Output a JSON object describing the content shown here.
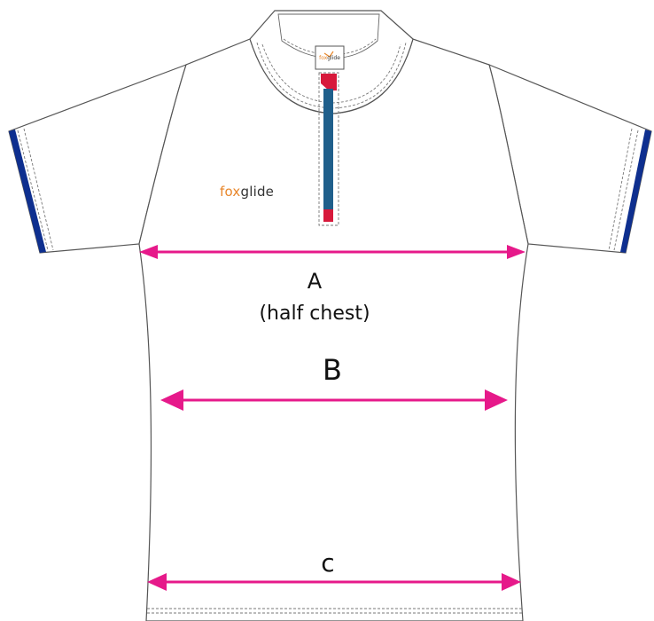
{
  "brand": {
    "part1": "fox",
    "part2": "glide"
  },
  "labels": {
    "a": "A",
    "a_sub": "(half chest)",
    "b": "B",
    "c": "c"
  },
  "colors": {
    "measure": "#e6198a",
    "zip": "#1f5f8b",
    "zip_pull": "#d7193b",
    "cuff": "#0e2f8f",
    "brand_orange": "#e8862a"
  },
  "measurements": [
    {
      "key": "A",
      "meaning": "half chest"
    },
    {
      "key": "B"
    },
    {
      "key": "C"
    }
  ]
}
